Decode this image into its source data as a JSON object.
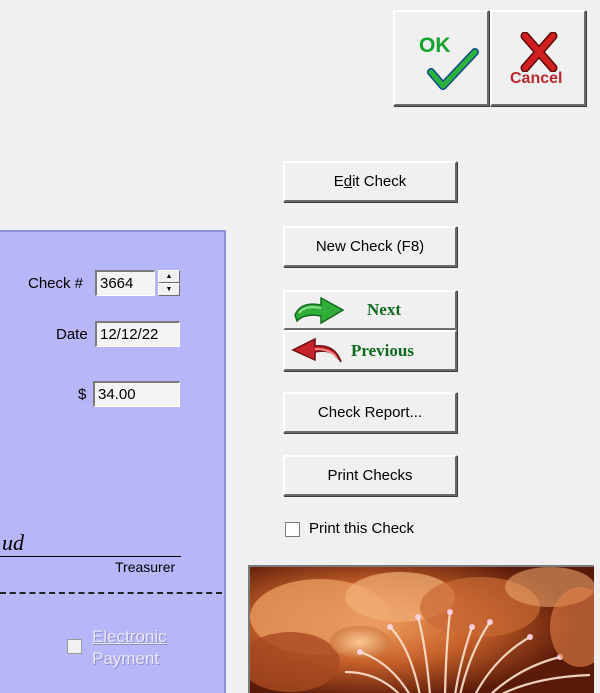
{
  "toolbar": {
    "ok_label": "OK",
    "cancel_label": "Cancel"
  },
  "buttons": {
    "edit_check_prefix": "E",
    "edit_check_mnemonic": "d",
    "edit_check_suffix": "it Check",
    "new_check": "New Check (F8)",
    "next": "Next",
    "previous": "Previous",
    "check_report": "Check Report...",
    "print_checks": "Print Checks"
  },
  "print_this_check": {
    "label": "Print this Check",
    "checked": false
  },
  "check": {
    "number_label": "Check #",
    "number_value": "3664",
    "date_label": "Date",
    "date_value": "12/12/22",
    "amount_label": "$",
    "amount_value": "34.00",
    "signature_fragment": "ud",
    "treasurer_label": "Treasurer",
    "electronic_payment_line1": "Electronic",
    "electronic_payment_line2": "Payment",
    "electronic_payment_checked": false
  },
  "colors": {
    "panel": "#b6b6f8",
    "ok_green": "#13a32d",
    "cancel_red": "#c81e1e",
    "next_green": "#2fae3a",
    "prev_red": "#c8232a"
  }
}
